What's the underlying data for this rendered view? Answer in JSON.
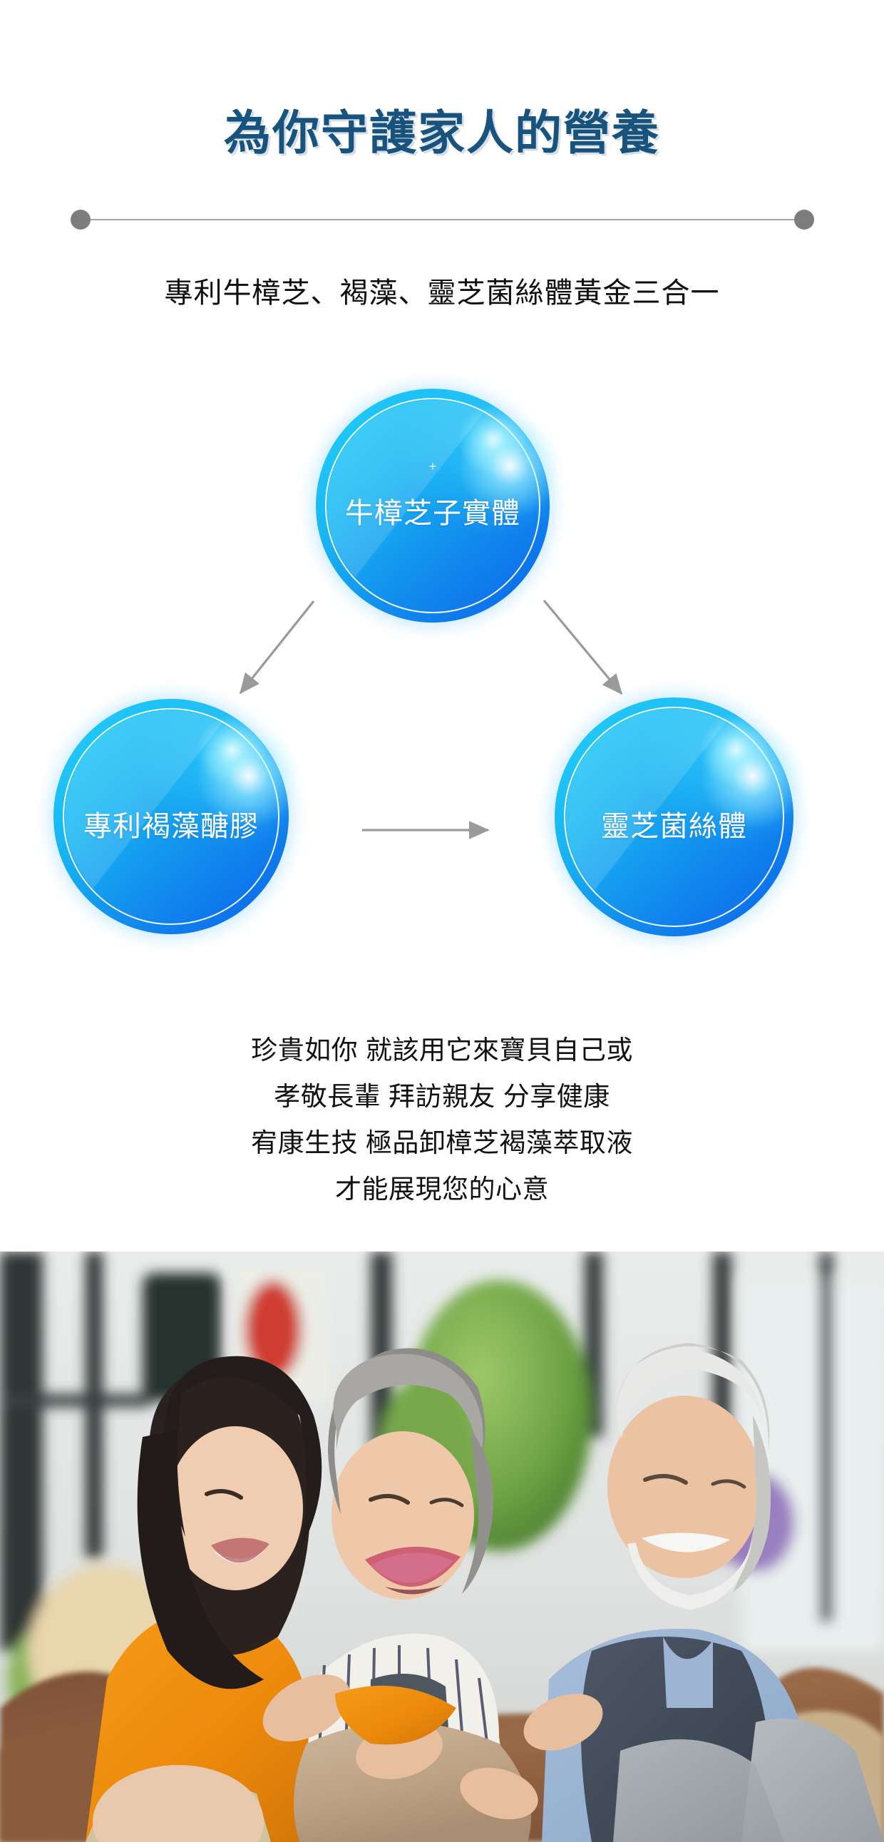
{
  "heading": {
    "text": "為你守護家人的營養",
    "color": "#17537d"
  },
  "divider": {
    "line_color": "#a6a6a6",
    "dot_color": "#7d7d7d"
  },
  "subtitle": {
    "text": "專利牛樟芝、褐藻、靈芝菌絲體黃金三合一",
    "color": "#0f0f0f"
  },
  "diagram": {
    "accent_color": "#0f8ef0",
    "arrow_color": "#9a9a9a",
    "nodes": [
      {
        "id": "top",
        "label": "牛樟芝子實體",
        "marker": "+"
      },
      {
        "id": "left",
        "label": "專利褐藻醣膠",
        "marker": ""
      },
      {
        "id": "right",
        "label": "靈芝菌絲體",
        "marker": ""
      }
    ],
    "connections": [
      {
        "from": "top",
        "to": "left",
        "style": "arrow-diagonal-left"
      },
      {
        "from": "top",
        "to": "right",
        "style": "arrow-diagonal-right"
      },
      {
        "from": "left",
        "to": "right",
        "style": "arrow-horizontal"
      }
    ]
  },
  "body_copy": {
    "lines": [
      "珍貴如你 就該用它來寶貝自己或",
      "孝敬長輩 拜訪親友 分享健康",
      "宥康生技 極品卸樟芝褐藻萃取液",
      "才能展現您的心意"
    ]
  },
  "photo": {
    "alt": "三位家人在沙發上開心相擁的合照"
  }
}
